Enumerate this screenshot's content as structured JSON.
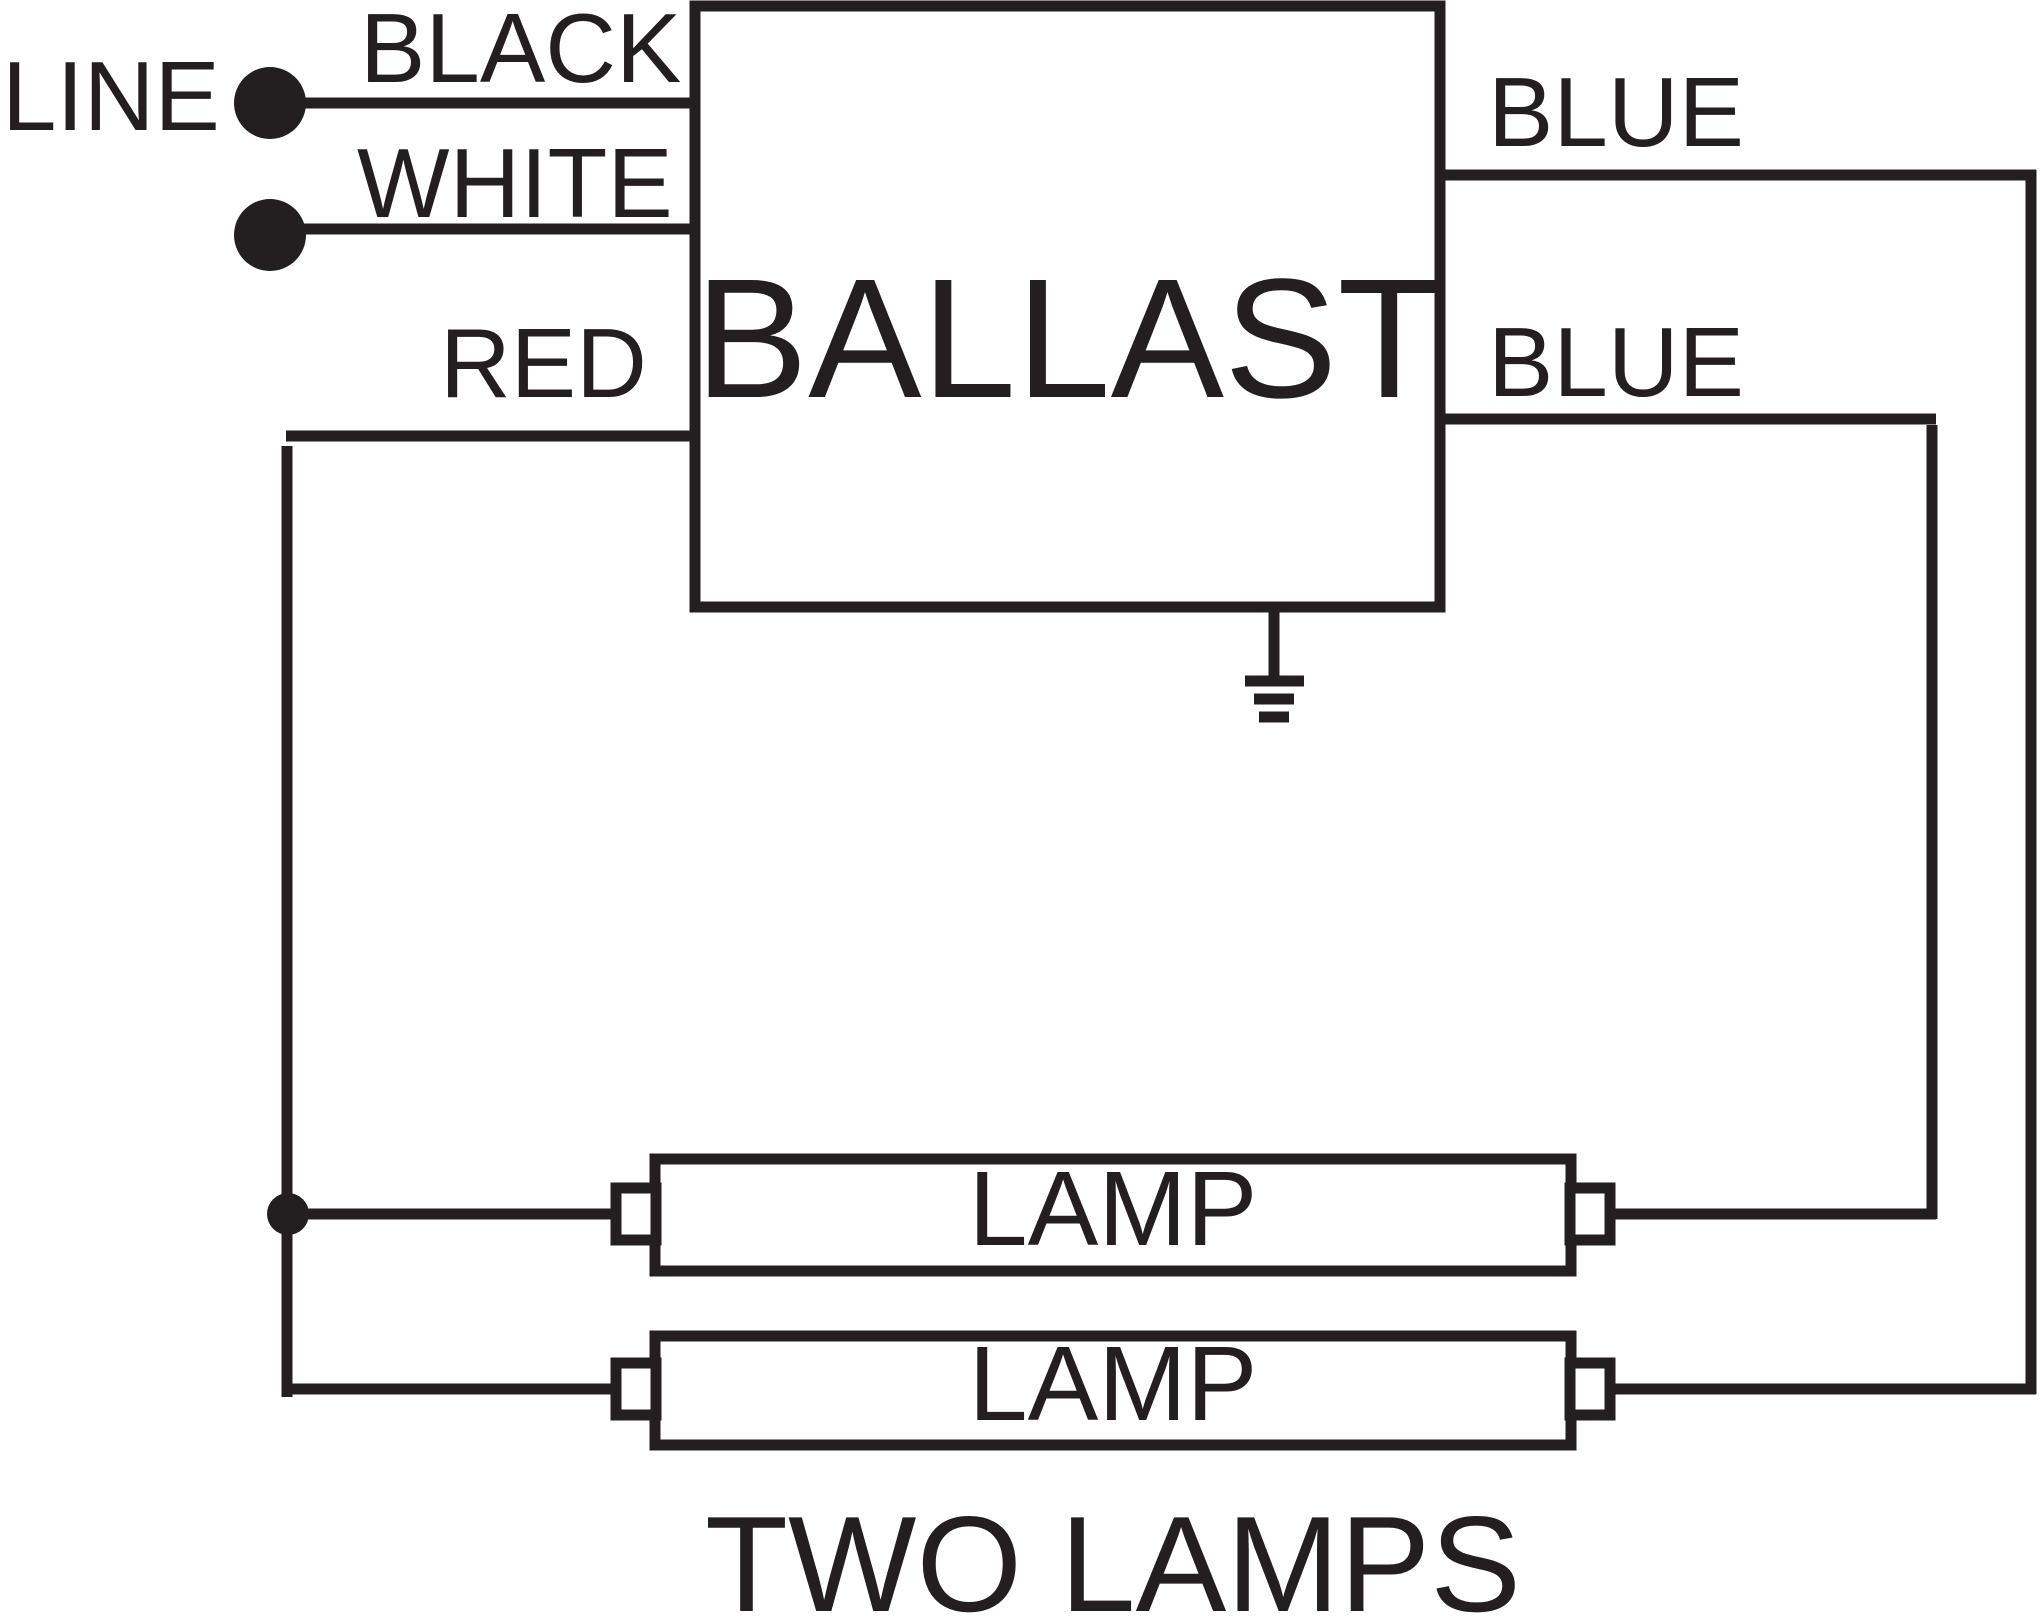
{
  "colors": {
    "ink": "#231f20",
    "background": "#ffffff"
  },
  "labels": {
    "line": "LINE",
    "black": "BLACK",
    "white": "WHITE",
    "red": "RED",
    "blue_top": "BLUE",
    "blue_bottom": "BLUE",
    "ballast": "BALLAST",
    "lamp_top": "LAMP",
    "lamp_bottom": "LAMP",
    "caption": "TWO LAMPS"
  },
  "icons": {
    "ground": "ground-symbol-icon",
    "terminal": "line-terminal-dot-icon"
  }
}
